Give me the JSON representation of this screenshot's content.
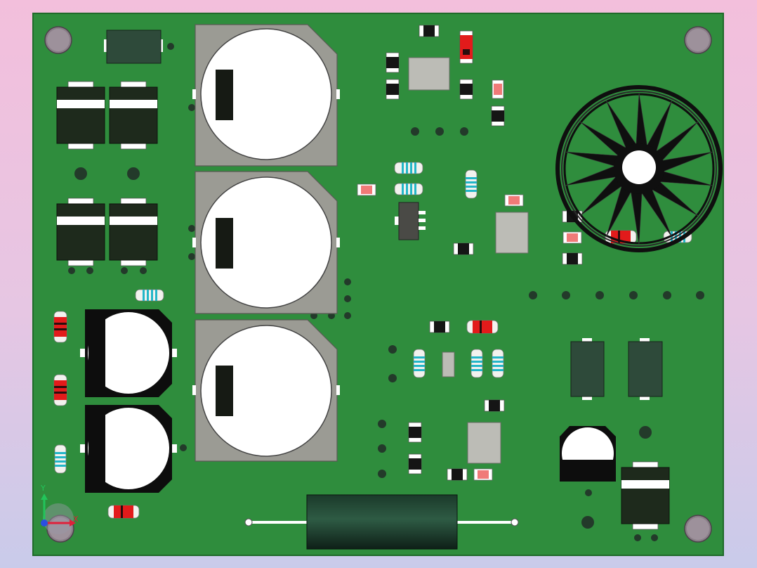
{
  "app": {
    "view": "pcb-3d-top-view"
  },
  "board": {
    "pcb_color": "#2f8d3d",
    "edge_color": "#1f6a2a",
    "background_top": "#f3bfdc",
    "background_bottom": "#c9cbea",
    "mounting_holes": 4
  },
  "components": {
    "large_capacitors": 3,
    "medium_capacitors": 2,
    "small_capacitor": 1,
    "power_packages": 5,
    "heatsink_fan": 1,
    "axial_inductor": 1,
    "body_colors": {
      "capacitor_body": "#9b9b94",
      "capacitor_top": "#ffffff",
      "polarity_mark": "#161a14",
      "ic_gray": "#bcbcb6",
      "dark_module": "#2e4a3a",
      "resistor_body": "#f2f2ee",
      "resistor_band": "#23b6c8",
      "diode_red": "#e21b1b",
      "fan_black": "#0f0f0f"
    }
  },
  "triad": {
    "x_label": "X",
    "y_label": "Y",
    "x_color": "#e0203a",
    "y_color": "#22c45a",
    "z_color": "#2a4fe0"
  }
}
